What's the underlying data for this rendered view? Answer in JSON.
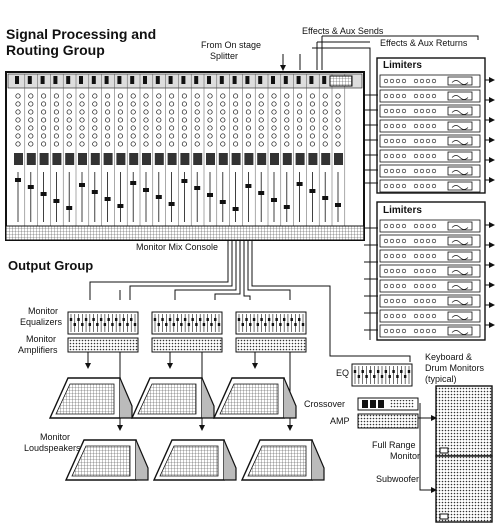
{
  "titles": {
    "signal_group_line1": "Signal Processing and",
    "signal_group_line2": "Routing Group",
    "output_group": "Output Group"
  },
  "console": {
    "label": "Monitor Mix Console",
    "channel_count": 26
  },
  "routing": {
    "from_onstage": "From On stage",
    "splitter": "Splitter",
    "effects_sends": "Effects & Aux Sends",
    "effects_returns": "Effects & Aux Returns"
  },
  "limiters": {
    "rack_label": "Limiters",
    "units_per_rack": 8
  },
  "output": {
    "equalizers_line1": "Monitor",
    "equalizers_line2": "Equalizers",
    "amplifiers_line1": "Monitor",
    "amplifiers_line2": "Amplifiers",
    "loudspeakers_line1": "Monitor",
    "loudspeakers_line2": "Loudspeakers"
  },
  "keyboard": {
    "heading_line1": "Keyboard &",
    "heading_line2": "Drum Monitors",
    "heading_line3": "(typical)",
    "eq": "EQ",
    "crossover": "Crossover",
    "amp": "AMP",
    "full_range_line1": "Full Range",
    "full_range_line2": "Monitor",
    "subwoofer": "Subwoofer"
  },
  "colors": {
    "ink": "#111111",
    "panel": "#ffffff",
    "grid": "#555555"
  }
}
